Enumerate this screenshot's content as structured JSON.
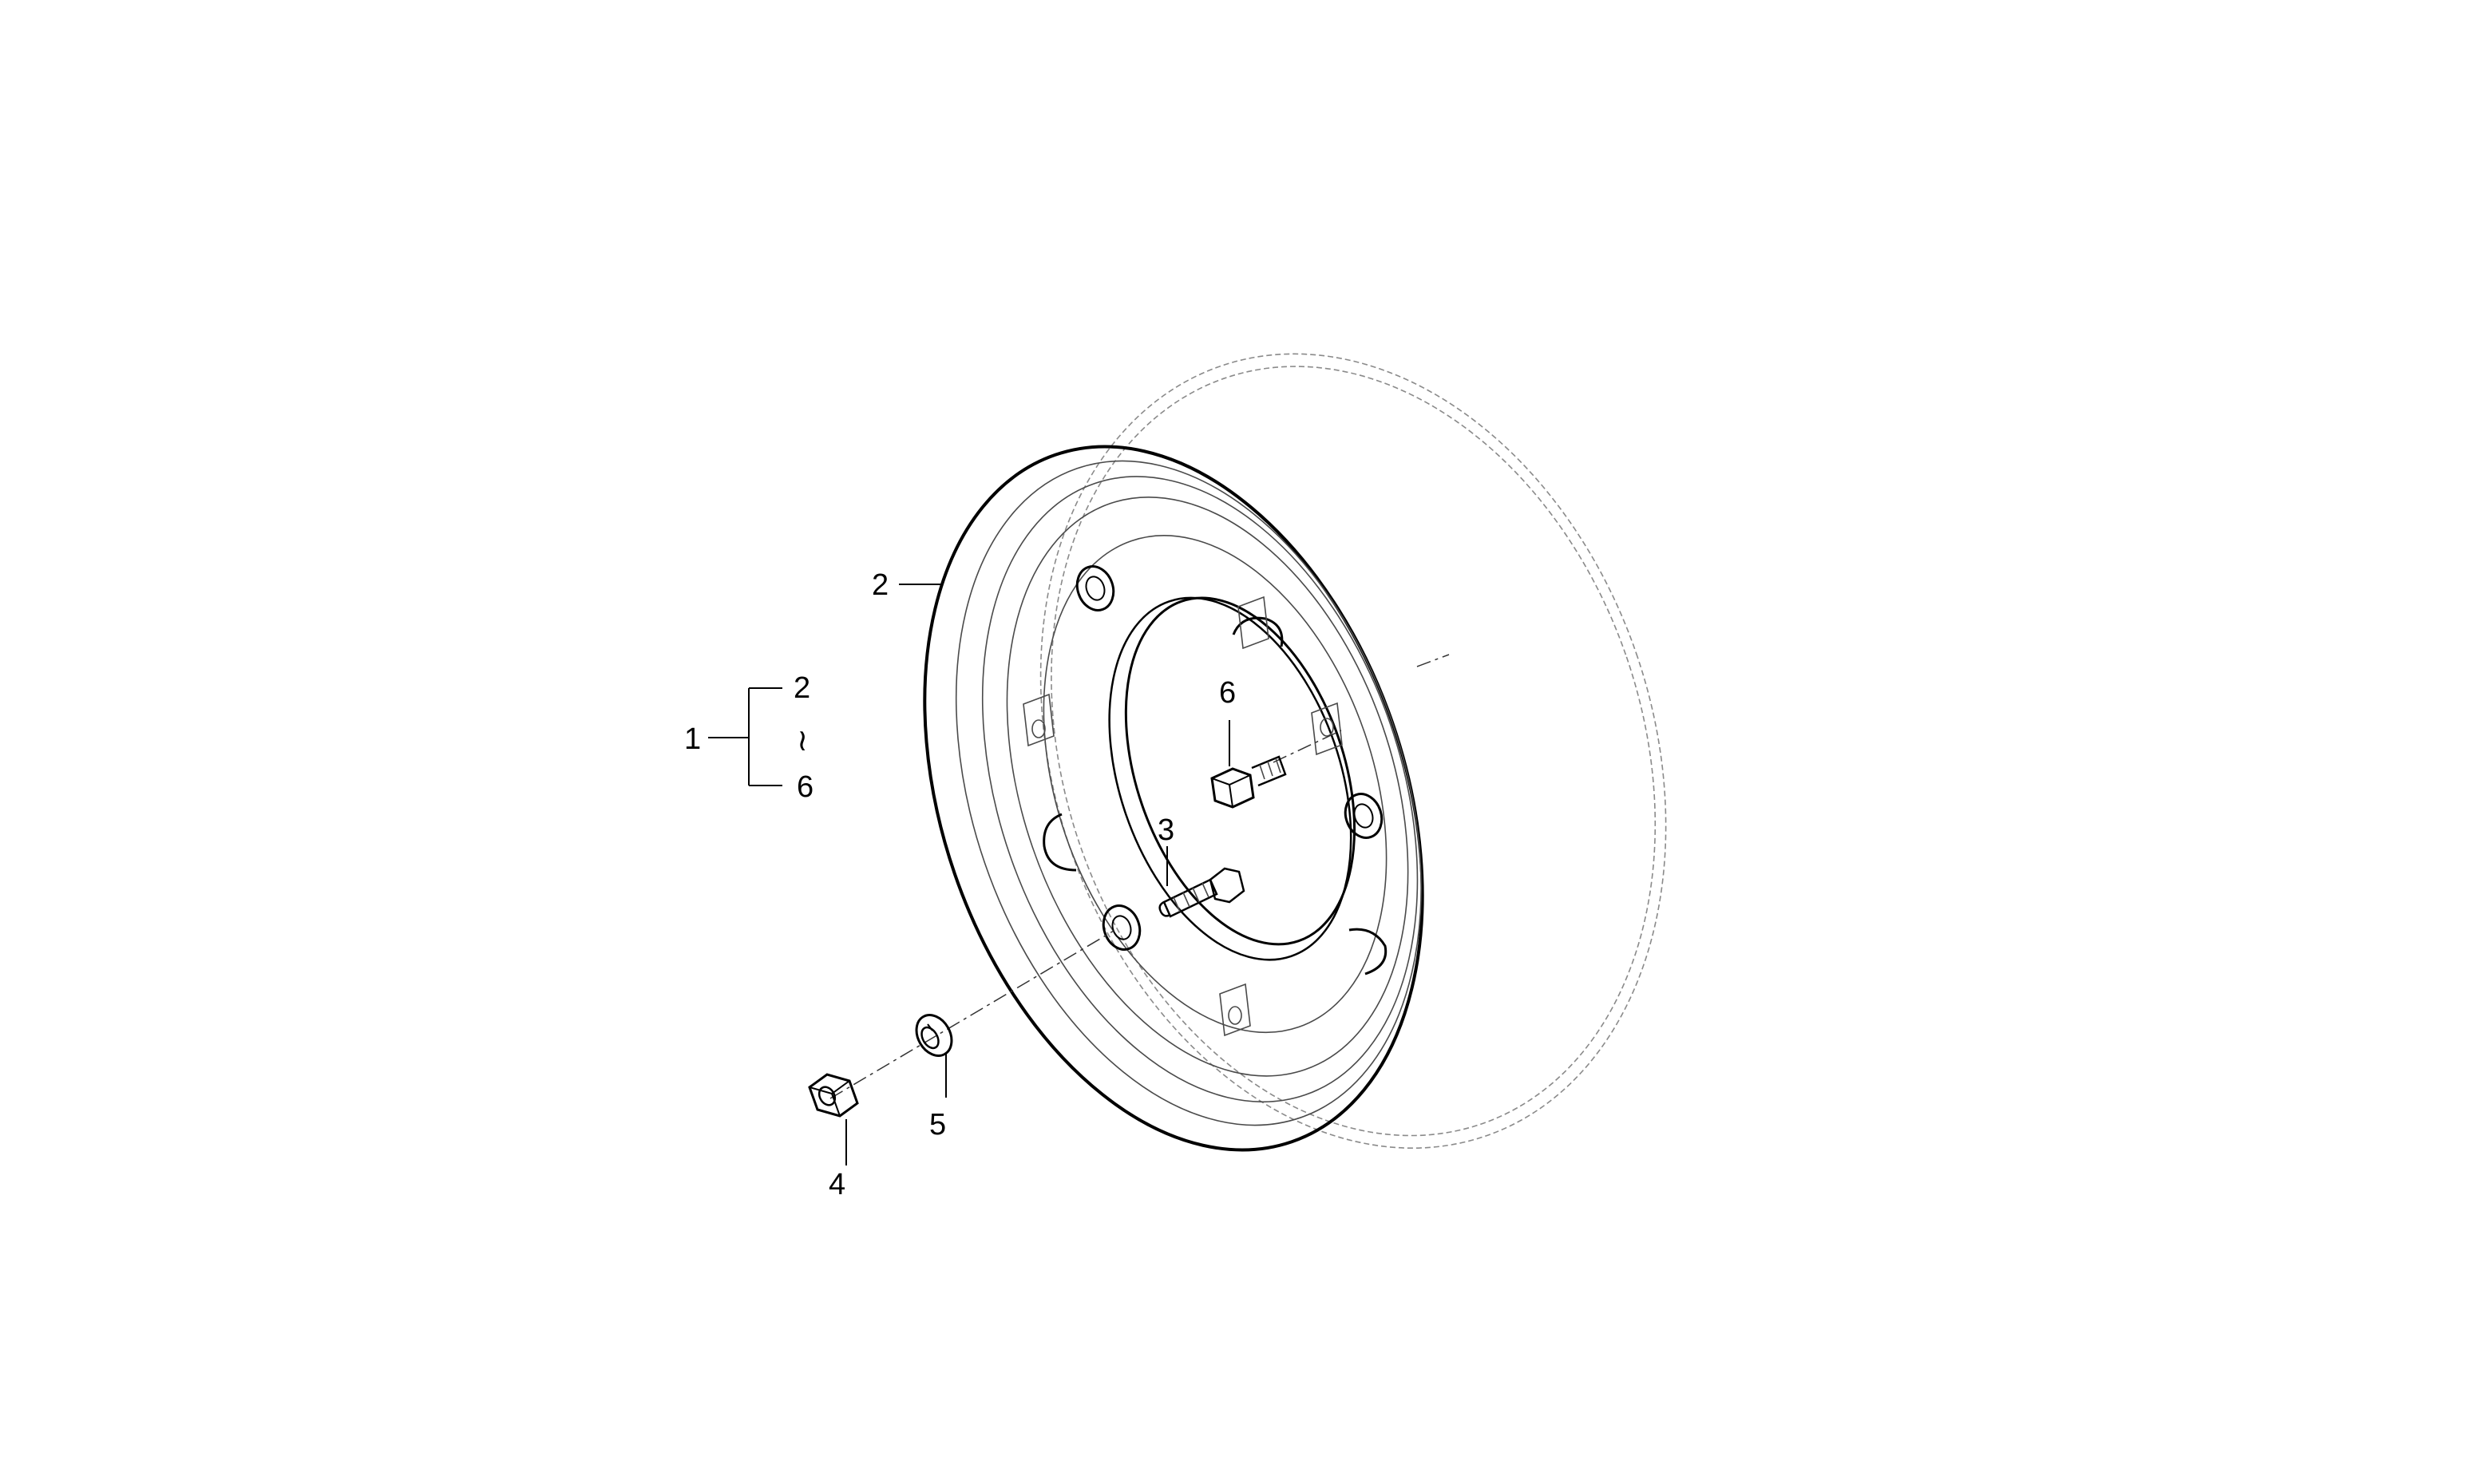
{
  "callouts": {
    "assembly": "1",
    "range_start": "2",
    "range_sep": "≀",
    "range_end": "6",
    "rim": "2",
    "stud": "3",
    "nut": "4",
    "washer": "5",
    "bolt": "6"
  },
  "colors": {
    "line": "#000000",
    "ghost": "#8a8a8a",
    "background": "#ffffff"
  }
}
